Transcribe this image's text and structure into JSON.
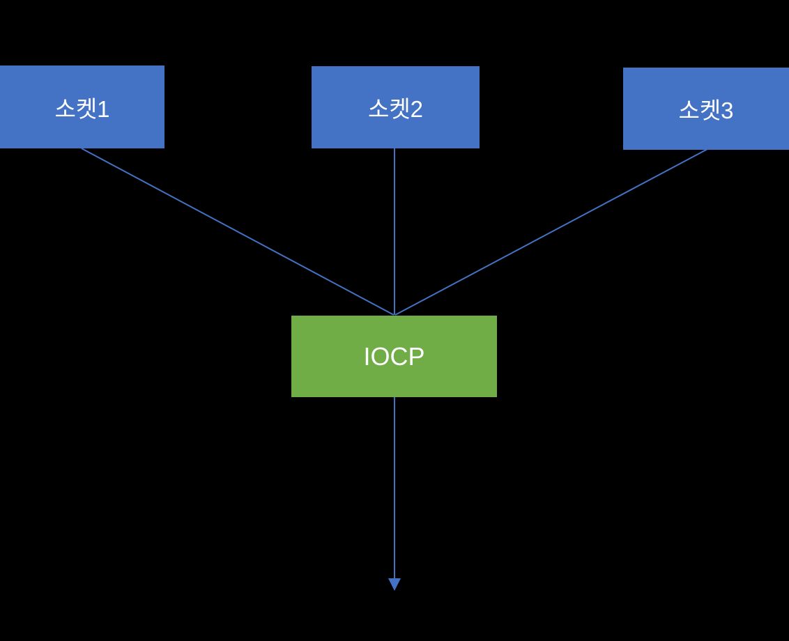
{
  "diagram": {
    "title": "IOCP socket diagram",
    "nodes": [
      {
        "id": "socket1",
        "label": "소켓1",
        "type": "socket"
      },
      {
        "id": "socket2",
        "label": "소켓2",
        "type": "socket"
      },
      {
        "id": "socket3",
        "label": "소켓3",
        "type": "socket"
      },
      {
        "id": "iocp",
        "label": "IOCP",
        "type": "process"
      }
    ],
    "edges": [
      {
        "from": "socket1",
        "to": "iocp",
        "arrow": false
      },
      {
        "from": "socket2",
        "to": "iocp",
        "arrow": false
      },
      {
        "from": "socket3",
        "to": "iocp",
        "arrow": false
      },
      {
        "from": "iocp",
        "to": "out",
        "arrow": true
      }
    ],
    "colors": {
      "background": "#000000",
      "socket_fill": "#4472C4",
      "iocp_fill": "#70AD47",
      "connector": "#4472C4",
      "label_text": "#FFFFFF"
    }
  }
}
